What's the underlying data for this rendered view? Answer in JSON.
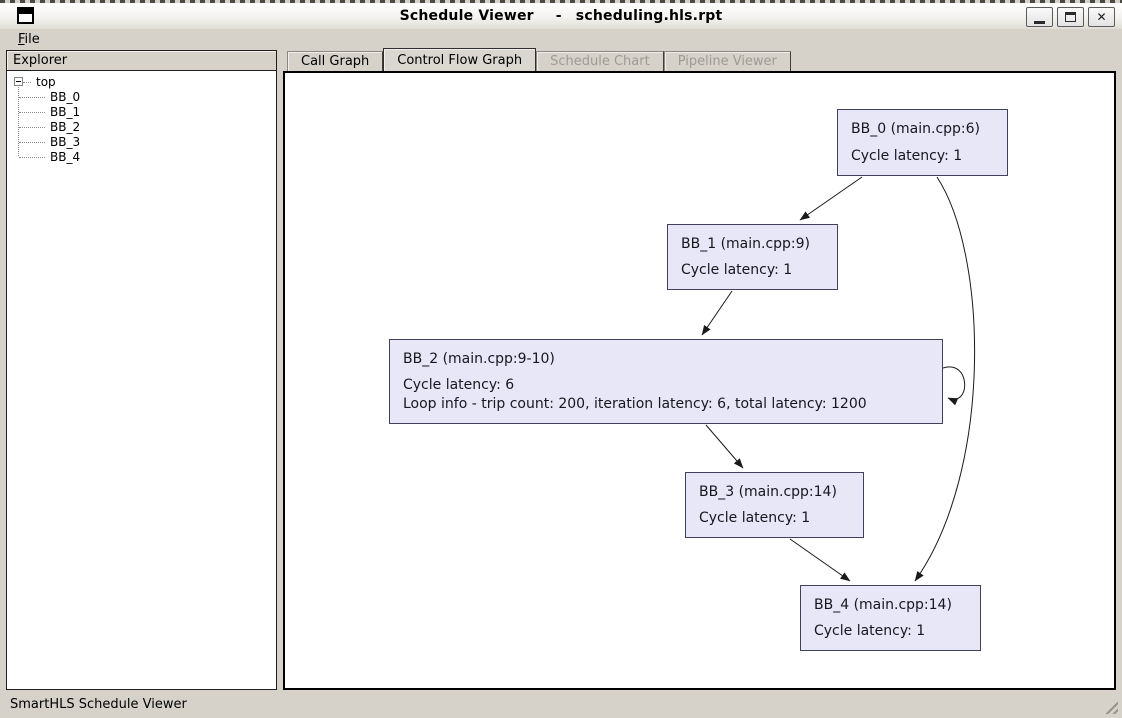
{
  "window": {
    "app_title": "Schedule Viewer",
    "title_separator": "-",
    "document_title": "scheduling.hls.rpt",
    "controls": {
      "close_glyph": "✕"
    }
  },
  "menu": {
    "file_accel": "F",
    "file_rest": "ile"
  },
  "explorer": {
    "header": "Explorer",
    "root": "top",
    "items": [
      "BB_0",
      "BB_1",
      "BB_2",
      "BB_3",
      "BB_4"
    ]
  },
  "tabs": [
    {
      "label": "Call Graph",
      "state": "normal"
    },
    {
      "label": "Control Flow Graph",
      "state": "active"
    },
    {
      "label": "Schedule Chart",
      "state": "disabled"
    },
    {
      "label": "Pipeline Viewer",
      "state": "disabled"
    }
  ],
  "graph": {
    "nodes": [
      {
        "id": "BB_0",
        "title": "BB_0 (main.cpp:6)",
        "lines": [
          "Cycle latency: 1"
        ]
      },
      {
        "id": "BB_1",
        "title": "BB_1 (main.cpp:9)",
        "lines": [
          "Cycle latency: 1"
        ]
      },
      {
        "id": "BB_2",
        "title": "BB_2 (main.cpp:9-10)",
        "lines": [
          "Cycle latency: 6",
          "Loop info - trip count: 200, iteration latency: 6, total latency: 1200"
        ]
      },
      {
        "id": "BB_3",
        "title": "BB_3 (main.cpp:14)",
        "lines": [
          "Cycle latency: 1"
        ]
      },
      {
        "id": "BB_4",
        "title": "BB_4 (main.cpp:14)",
        "lines": [
          "Cycle latency: 1"
        ]
      }
    ],
    "edges": [
      {
        "from": "BB_0",
        "to": "BB_1"
      },
      {
        "from": "BB_0",
        "to": "BB_4"
      },
      {
        "from": "BB_1",
        "to": "BB_2"
      },
      {
        "from": "BB_2",
        "to": "BB_2"
      },
      {
        "from": "BB_2",
        "to": "BB_3"
      },
      {
        "from": "BB_3",
        "to": "BB_4"
      }
    ]
  },
  "statusbar": {
    "text": "SmartHLS Schedule Viewer"
  },
  "colors": {
    "chrome": "#d6d2ca",
    "node_fill": "#e7e7f8",
    "node_border": "#41415a",
    "disabled_text": "#9d9a93",
    "edge": "#1a1a1a"
  }
}
